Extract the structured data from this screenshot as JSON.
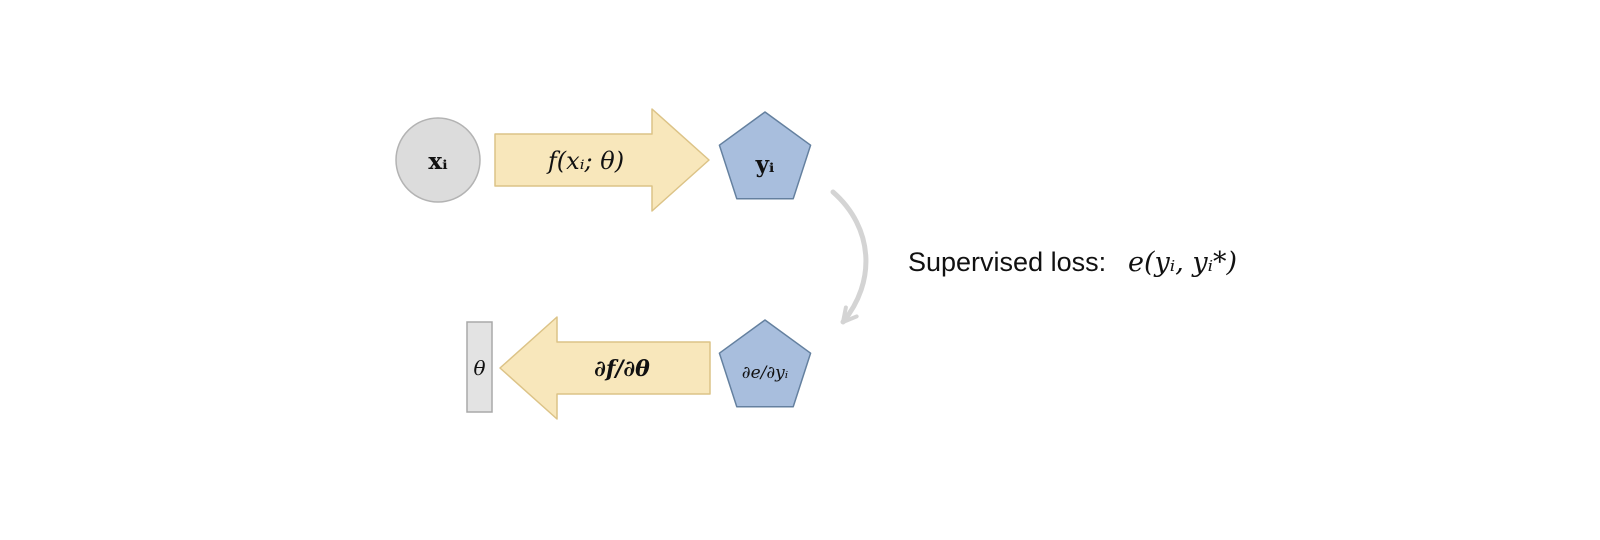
{
  "diagram": {
    "forward_pass": {
      "input_node": "xᵢ",
      "function_arrow": "f(xᵢ; θ)",
      "output_node": "yᵢ"
    },
    "loss_annotation": {
      "label": "Supervised loss:",
      "formula": "e(yᵢ, yᵢ*)"
    },
    "backward_pass": {
      "theta_node": "θ",
      "gradient_arrow": "∂f/∂θ",
      "error_gradient_node": "∂e/∂yᵢ"
    },
    "colors": {
      "input_fill": "#dcdcdc",
      "arrow_fill": "#f8e7bb",
      "pentagon_fill": "#a8bedd",
      "theta_fill": "#e3e3e3",
      "curve_arrow": "#d4d4d4"
    }
  }
}
